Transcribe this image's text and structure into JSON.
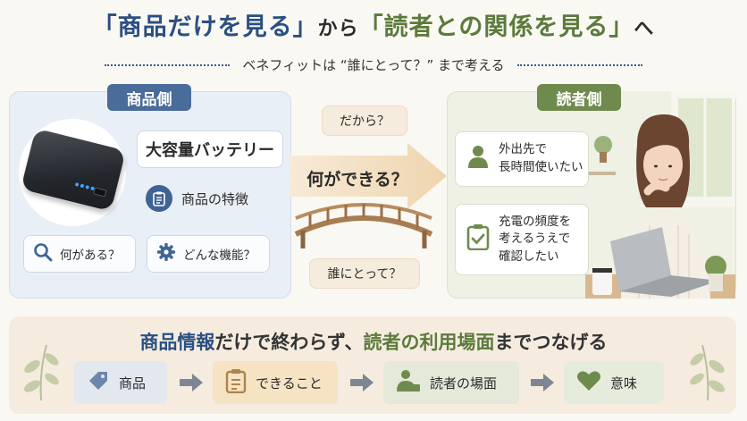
{
  "header": {
    "title_part1": "「商品だけを見る」",
    "title_part2": "から",
    "title_part3": "「読者との関係を見る」",
    "title_part4": "へ",
    "subtitle": "ベネフィットは “誰にとって？” まで考える"
  },
  "left_panel": {
    "tag": "商品側",
    "product_name": "大容量バッテリー",
    "feature_label": "商品の特徴",
    "question1": "何がある？",
    "question2": "どんな機能？"
  },
  "middle": {
    "top_bubble": "だから？",
    "arrow_text": "何ができる？",
    "bottom_bubble": "誰にとって？"
  },
  "right_panel": {
    "tag": "読者側",
    "need1_line1": "外出先で",
    "need1_line2": "長時間使いたい",
    "need2_line1": "充電の頻度を",
    "need2_line2": "考えるうえで",
    "need2_line3": "確認したい"
  },
  "bottom": {
    "title_part1": "商品情報",
    "title_part2": "だけで終わらず、",
    "title_part3": "読者の利用場面",
    "title_part4": "までつなげる",
    "chips": [
      "商品",
      "できること",
      "読者の場面",
      "意味"
    ]
  },
  "colors": {
    "blue": "#2a4f82",
    "green": "#5c7a3c",
    "beige": "#f5ecdf"
  }
}
